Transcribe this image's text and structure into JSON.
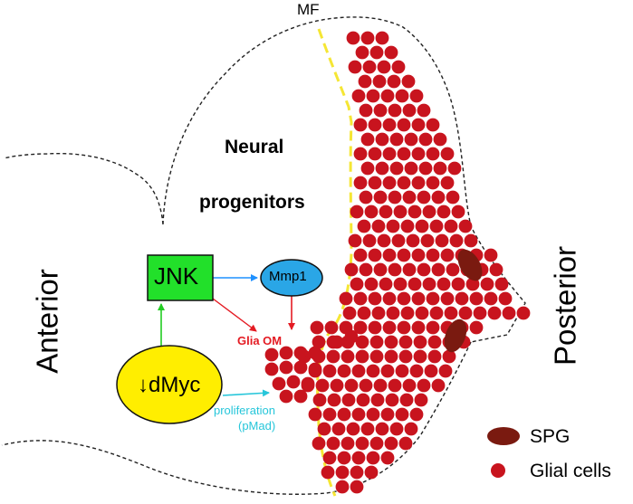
{
  "labels": {
    "mf": "MF",
    "neural": "Neural",
    "progenitors": "progenitors",
    "anterior": "Anterior",
    "posterior": "Posterior"
  },
  "nodes": {
    "jnk": "JNK",
    "mmp1": "Mmp1",
    "dmyc": "↓dMyc",
    "glia_om": "Glia OM",
    "proliferation": "proliferation",
    "pmad": "(pMad)"
  },
  "legend": {
    "spg": "SPG",
    "glial_cells": "Glial cells"
  },
  "colors": {
    "glial_cell": "#c8141e",
    "spg": "#7a1a10",
    "jnk_fill": "#22e02a",
    "mmp1_fill": "#2aa6e6",
    "dmyc_fill": "#ffee00",
    "mf_line": "#f5e634",
    "arrow_green": "#22cc22",
    "arrow_blue": "#1e90ff",
    "arrow_red": "#e41b23",
    "arrow_cyan": "#26c6da"
  }
}
